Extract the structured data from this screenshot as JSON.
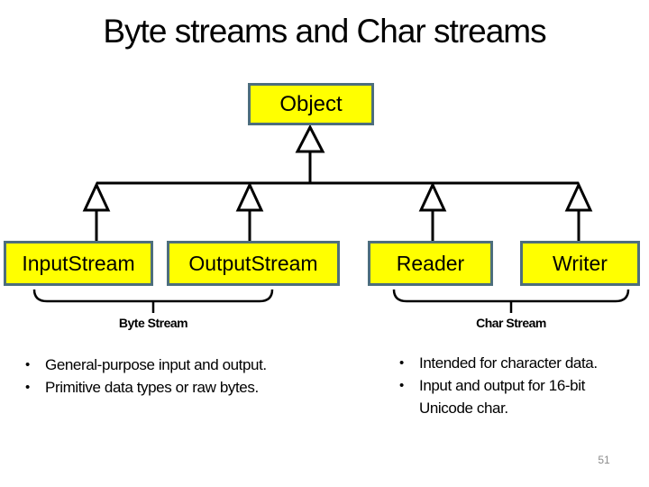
{
  "slide": {
    "title": "Byte streams and Char streams",
    "page_number": "51"
  },
  "diagram": {
    "type": "uml-class-hierarchy",
    "root": {
      "label": "Object"
    },
    "classes": [
      {
        "label": "InputStream",
        "parent": "Object"
      },
      {
        "label": "OutputStream",
        "parent": "Object"
      },
      {
        "label": "Reader",
        "parent": "Object"
      },
      {
        "label": "Writer",
        "parent": "Object"
      }
    ],
    "groups": [
      {
        "label": "Byte Stream",
        "members": [
          "InputStream",
          "OutputStream"
        ]
      },
      {
        "label": "Char Stream",
        "members": [
          "Reader",
          "Writer"
        ]
      }
    ]
  },
  "notes": {
    "byte_stream": [
      "General-purpose input and output.",
      "Primitive data types or raw bytes."
    ],
    "char_stream": [
      "Intended for character data.",
      "Input and output for 16-bit Unicode char."
    ],
    "bullet_glyph": "•"
  },
  "colors": {
    "box_fill": "#ffff00",
    "box_border": "#4d6e7d",
    "line": "#000000",
    "text": "#000000",
    "page_number": "#8c8c8c",
    "background": "#ffffff"
  }
}
